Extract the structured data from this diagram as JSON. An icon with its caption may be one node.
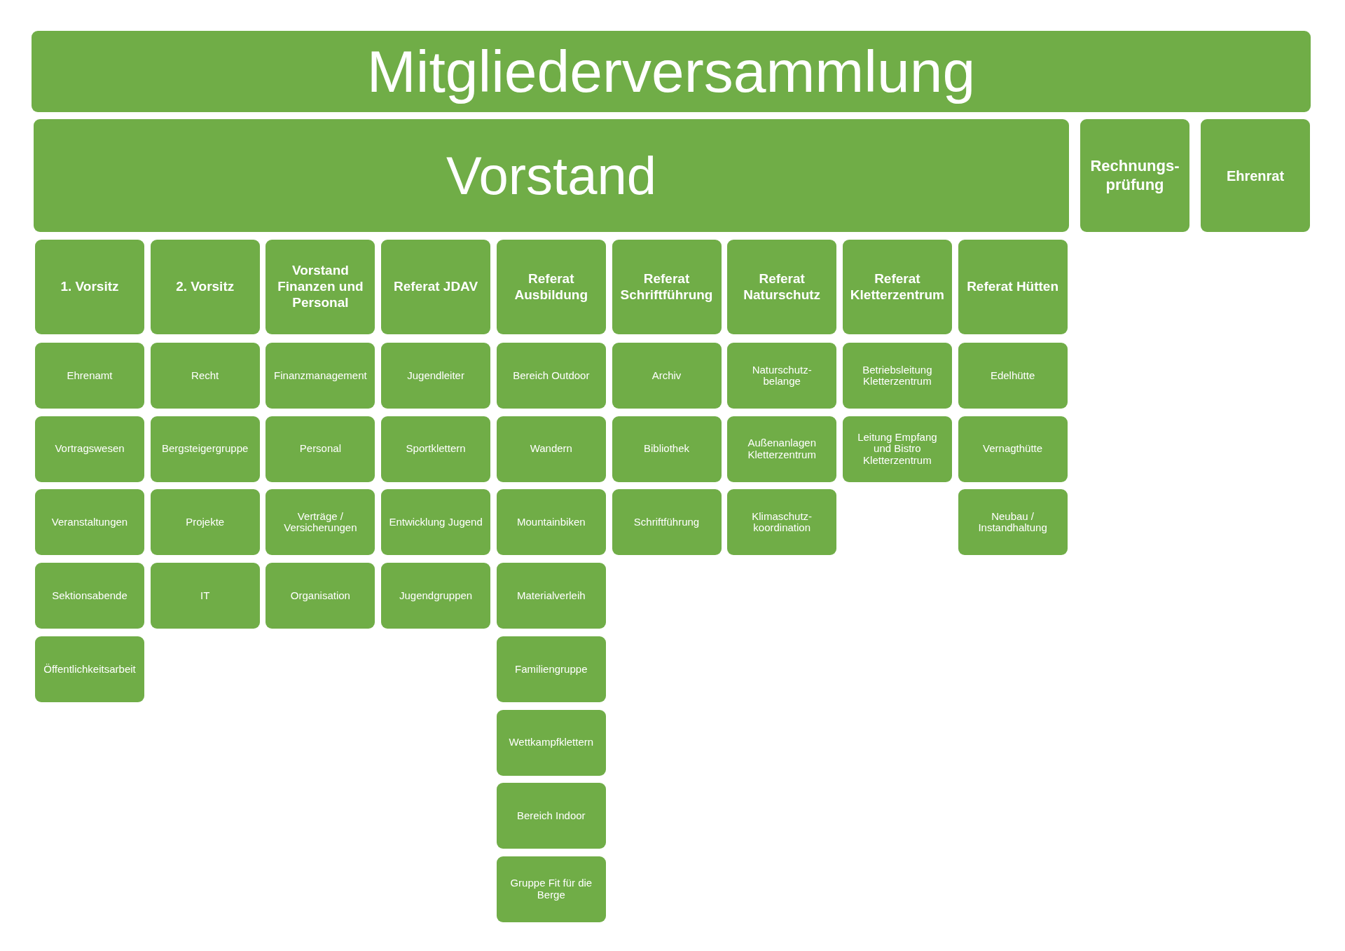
{
  "diagram": {
    "nodes": [
      {
        "text": [
          "Mitgliederversammlung"
        ]
      },
      {
        "text": [
          "Vorstand"
        ]
      },
      {
        "text": [
          "Rechnungs- prüfung"
        ]
      },
      {
        "text": [
          "Ehrenrat"
        ]
      },
      {
        "text": [
          "1. Vorsitz"
        ]
      },
      {
        "text": [
          "Ehrenamt"
        ]
      },
      {
        "text": [
          "Vortragswesen"
        ]
      },
      {
        "text": [
          "Veranstaltungen"
        ]
      },
      {
        "text": [
          "Sektionsabende"
        ]
      },
      {
        "text": [
          "Öffentlichkeitsarbeit"
        ]
      },
      {
        "text": [
          "2. Vorsitz"
        ]
      },
      {
        "text": [
          "Recht"
        ]
      },
      {
        "text": [
          "Bergsteigergruppe"
        ]
      },
      {
        "text": [
          "Projekte"
        ]
      },
      {
        "text": [
          "IT"
        ]
      },
      {
        "text": [
          "Vorstand Finanzen und Personal"
        ]
      },
      {
        "text": [
          "Finanzmanagement"
        ]
      },
      {
        "text": [
          "Personal"
        ]
      },
      {
        "text": [
          "Verträge / Versicherungen"
        ]
      },
      {
        "text": [
          "Organisation"
        ]
      },
      {
        "text": [
          "Referat JDAV"
        ]
      },
      {
        "text": [
          "Jugendleiter"
        ]
      },
      {
        "text": [
          "Sportklettern"
        ]
      },
      {
        "text": [
          "Entwicklung Jugend"
        ]
      },
      {
        "text": [
          "Jugendgruppen"
        ]
      },
      {
        "text": [
          "Referat Ausbildung"
        ]
      },
      {
        "text": [
          "Bereich Outdoor"
        ]
      },
      {
        "text": [
          "Wandern"
        ]
      },
      {
        "text": [
          "Mountainbiken"
        ]
      },
      {
        "text": [
          "Materialverleih"
        ]
      },
      {
        "text": [
          "Familiengruppe"
        ]
      },
      {
        "text": [
          "Wettkampfklettern"
        ]
      },
      {
        "text": [
          "Bereich Indoor"
        ]
      },
      {
        "text": [
          "Gruppe Fit für die Berge"
        ]
      },
      {
        "text": [
          "Referat Schriftführung"
        ]
      },
      {
        "text": [
          "Archiv"
        ]
      },
      {
        "text": [
          "Bibliothek"
        ]
      },
      {
        "text": [
          "Schriftführung"
        ]
      },
      {
        "text": [
          "Referat Naturschutz"
        ]
      },
      {
        "text": [
          "Naturschutz- belange"
        ]
      },
      {
        "text": [
          "Außenanlagen Kletterzentrum"
        ]
      },
      {
        "text": [
          "Klimaschutz- koordination"
        ]
      },
      {
        "text": [
          "Referat Kletterzentrum"
        ]
      },
      {
        "text": [
          "Betriebsleitung Kletterzentrum"
        ]
      },
      {
        "text": [
          "Leitung Empfang und Bistro Kletterzentrum"
        ]
      },
      {
        "text": [
          "Referat Hütten"
        ]
      },
      {
        "text": [
          "Edelhütte"
        ]
      },
      {
        "text": [
          "Vernagthütte"
        ]
      },
      {
        "text": [
          "Neubau / Instandhaltung"
        ]
      }
    ],
    "edges": []
  }
}
